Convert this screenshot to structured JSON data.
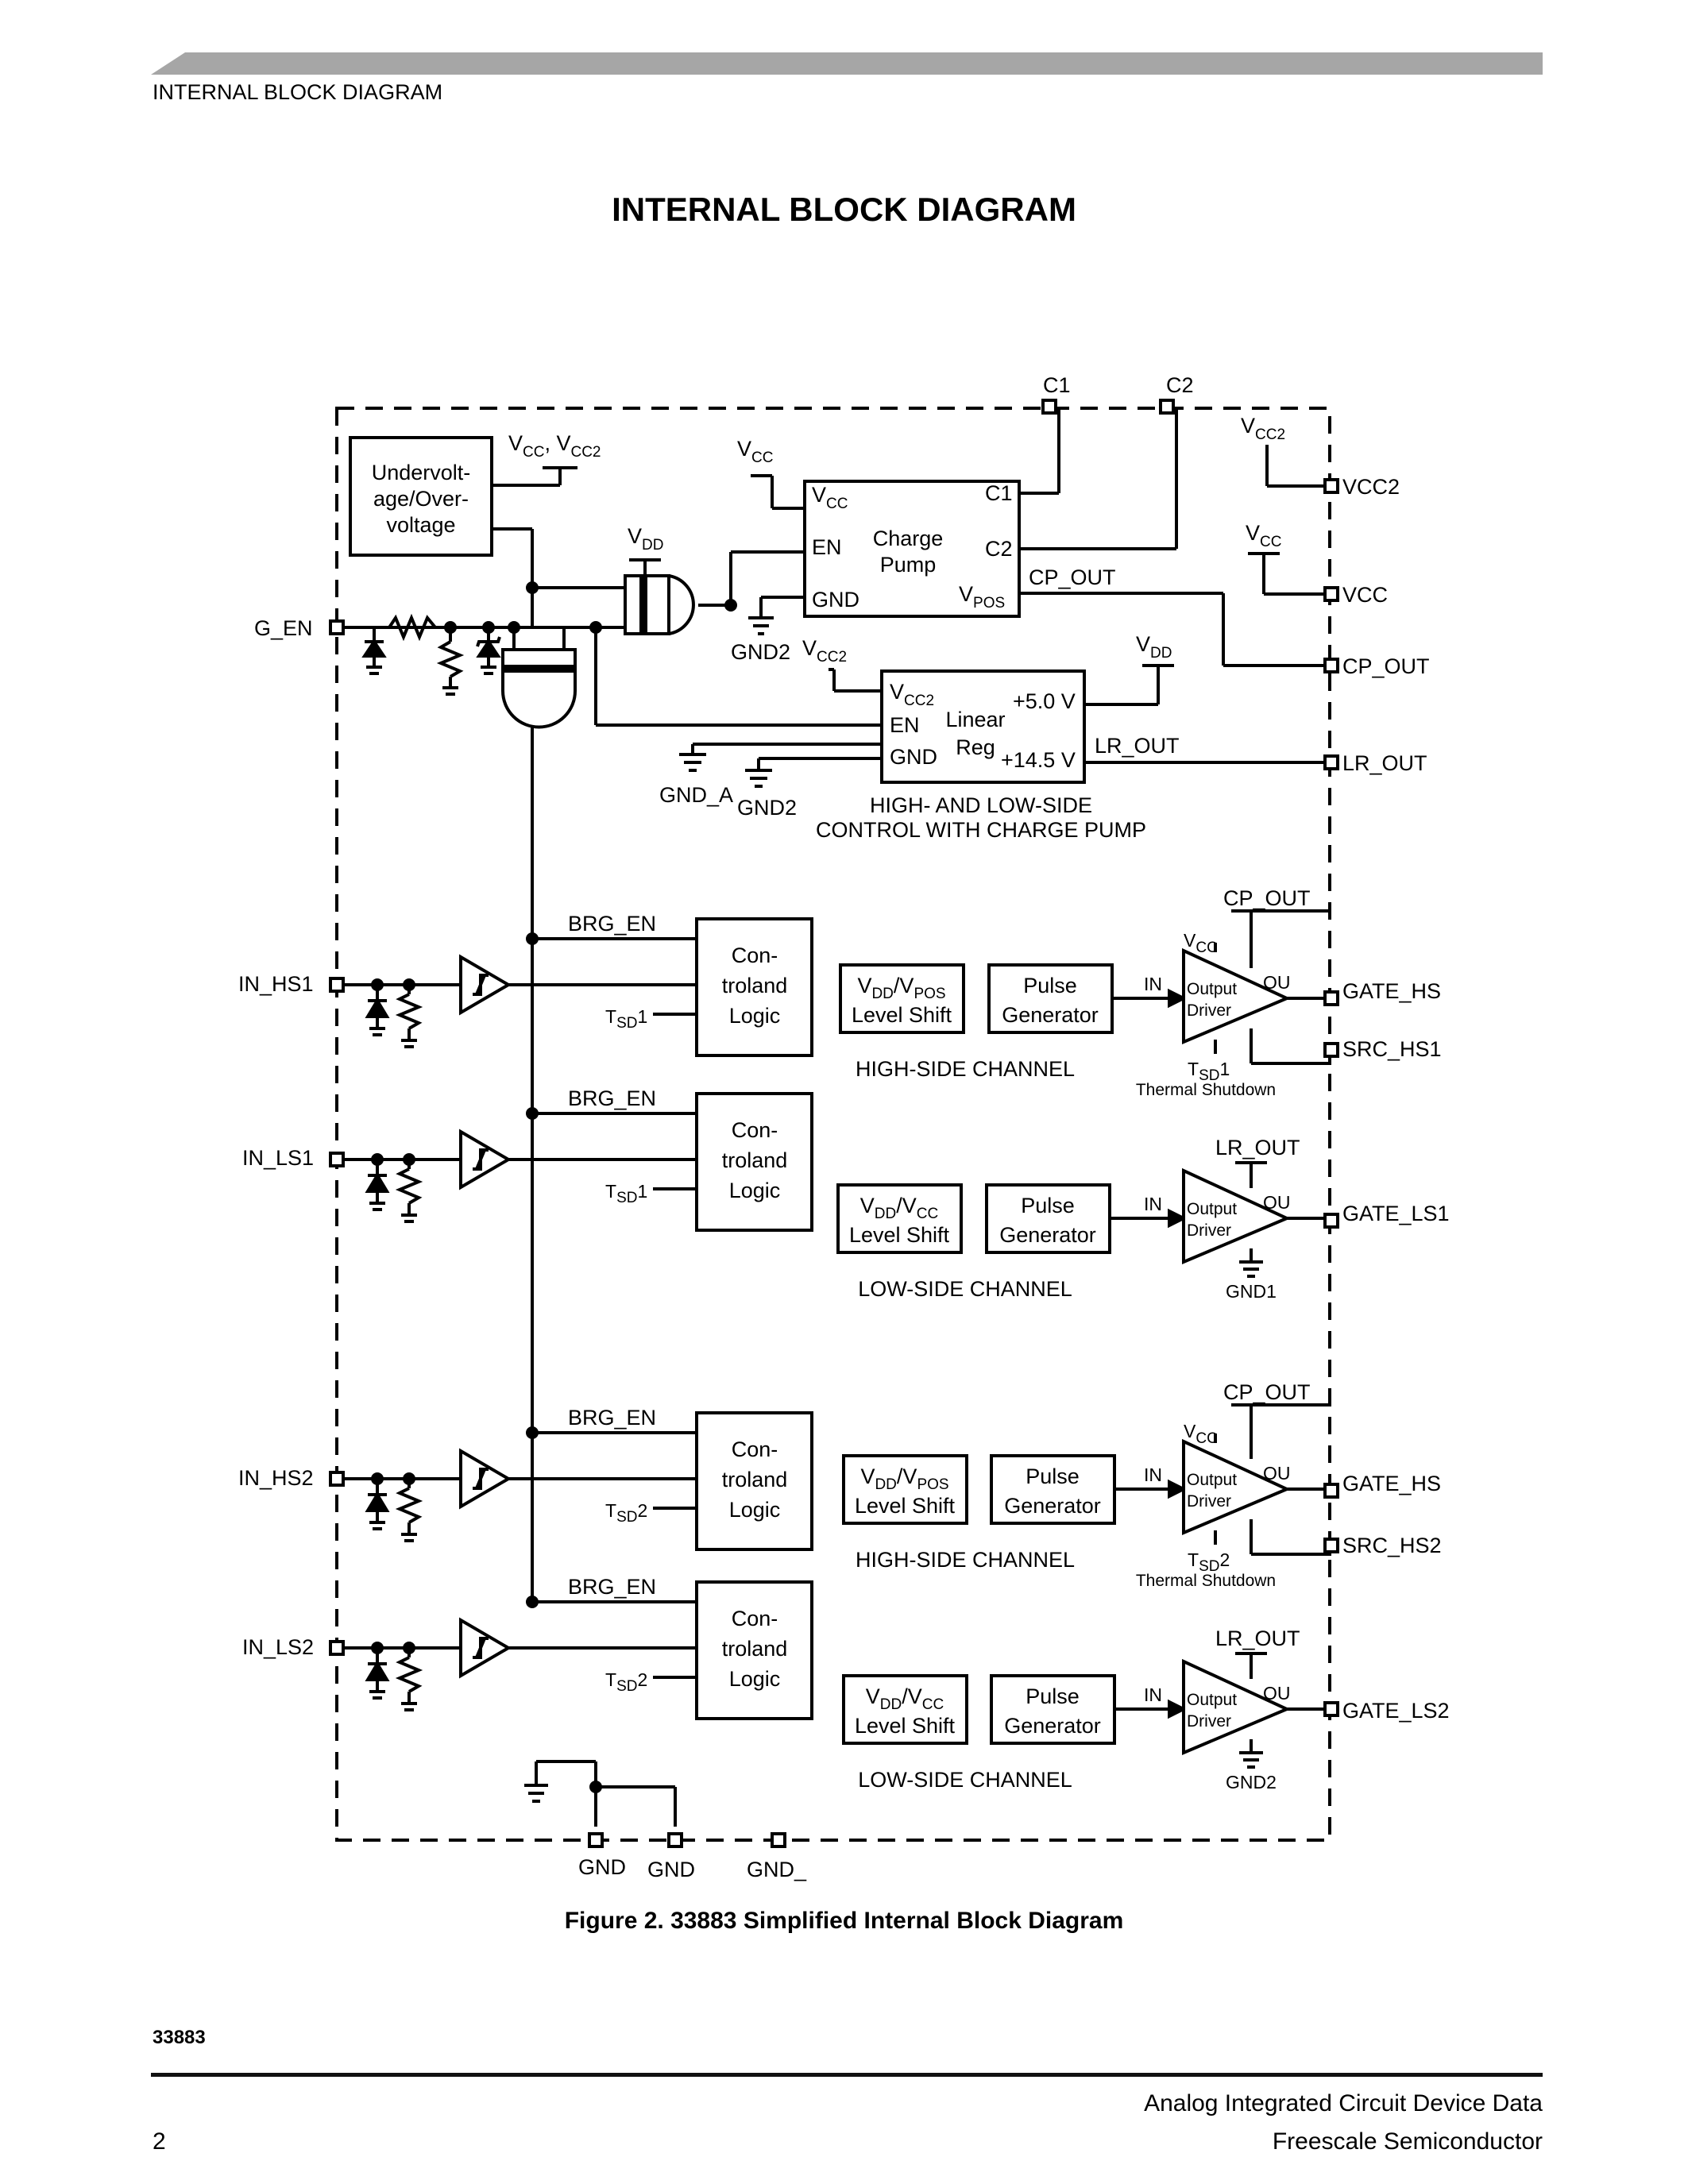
{
  "header": {
    "section": "INTERNAL BLOCK DIAGRAM"
  },
  "title": "INTERNAL BLOCK DIAGRAM",
  "caption": "Figure 2. 33883 Simplified Internal Block Diagram",
  "footer": {
    "part_number": "33883",
    "page": "2",
    "line1": "Analog Integrated Circuit Device Data",
    "line2": "Freescale Semiconductor"
  },
  "diagram": {
    "pins_top": [
      "C1",
      "C2"
    ],
    "pins_left": [
      "G_EN",
      "IN_HS1",
      "IN_LS1",
      "IN_HS2",
      "IN_LS2"
    ],
    "pins_right": [
      "VCC2",
      "VCC",
      "CP_OUT",
      "LR_OUT",
      "GATE_HS",
      "SRC_HS1",
      "GATE_LS1",
      "GATE_HS",
      "SRC_HS2",
      "GATE_LS2"
    ],
    "pins_bottom": [
      "GND",
      "GND",
      "GND_"
    ],
    "uvov_block": [
      "Undervolt-",
      "age/Over-",
      "voltage"
    ],
    "uvov_supply": {
      "a": "V",
      "a_sub": "CC",
      "b": ", V",
      "b_sub": "CC2"
    },
    "vcc_label": {
      "main": "V",
      "sub": "CC"
    },
    "vcc2_label": {
      "main": "V",
      "sub": "CC2"
    },
    "vdd_label": {
      "main": "V",
      "sub": "DD"
    },
    "vpos_label": {
      "main": "V",
      "sub": "POS"
    },
    "charge_pump": {
      "name": [
        "Charge",
        "Pump"
      ],
      "en": "EN",
      "gnd": "GND",
      "c1": "C1",
      "c2": "C2"
    },
    "gnd2": "GND2",
    "gnd_a": "GND_A",
    "cp_out_net": "CP_OUT",
    "linear_reg": {
      "name": [
        "Linear",
        "Reg"
      ],
      "en": "EN",
      "gnd": "GND",
      "out5": "+5.0 V",
      "out14": "+14.5 V"
    },
    "lr_out_net": "LR_OUT",
    "section_label": [
      "HIGH- AND LOW-SIDE",
      "CONTROL WITH CHARGE PUMP"
    ],
    "brg_en": "BRG_EN",
    "tsd": {
      "main": "T",
      "sub": "SD"
    },
    "control_logic": [
      "Con-",
      "troland",
      "Logic"
    ],
    "level_shift": "Level Shift",
    "pulse_gen": [
      "Pulse",
      "Generator"
    ],
    "output_driver": [
      "Output",
      "Driver"
    ],
    "driver_in": "IN",
    "driver_out": "OU",
    "thermal_shutdown": "Thermal Shutdown",
    "gnd1": "GND1",
    "channels": [
      {
        "label": "HIGH-SIDE CHANNEL",
        "index": "1"
      },
      {
        "label": "LOW-SIDE CHANNEL",
        "index": "1"
      },
      {
        "label": "HIGH-SIDE CHANNEL",
        "index": "2"
      },
      {
        "label": "LOW-SIDE CHANNEL",
        "index": "2"
      }
    ]
  }
}
